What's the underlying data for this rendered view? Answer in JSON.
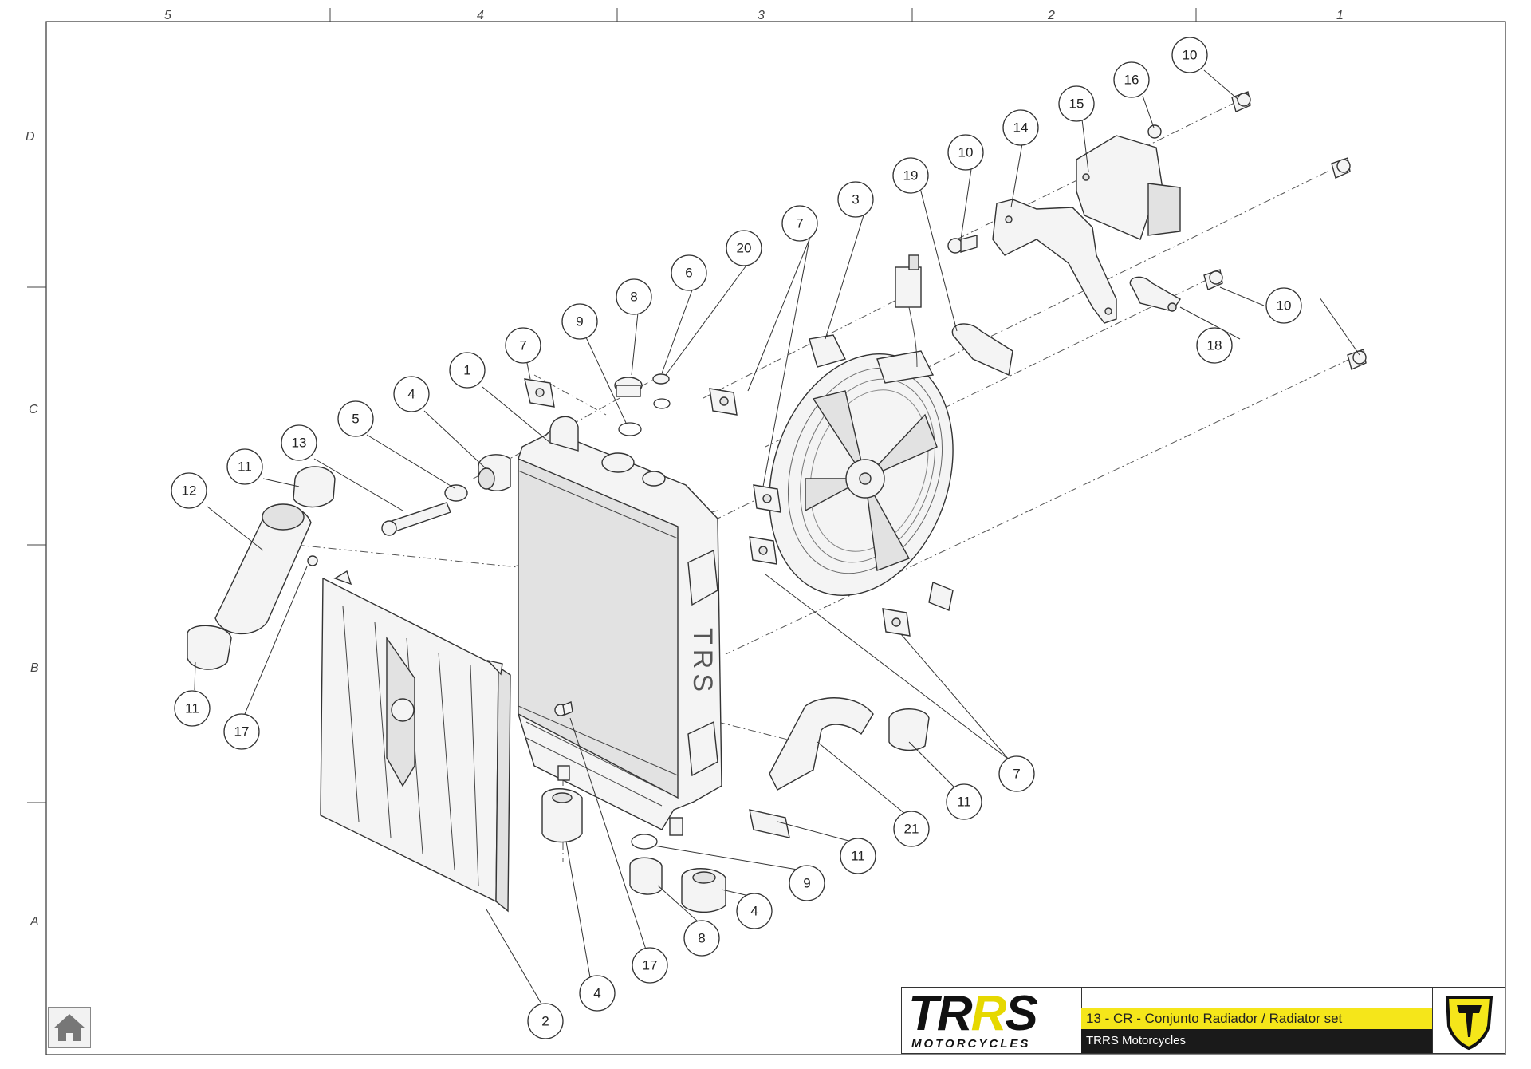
{
  "frame": {
    "column_labels": [
      "5",
      "4",
      "3",
      "2",
      "1"
    ],
    "row_labels": [
      "D",
      "C",
      "B",
      "A"
    ]
  },
  "callouts": {
    "c10_top": "10",
    "c16": "16",
    "c15": "15",
    "c14": "14",
    "c10_mid": "10",
    "c19": "19",
    "c3": "3",
    "c7_top": "7",
    "c20": "20",
    "c6": "6",
    "c8_top": "8",
    "c9_top": "9",
    "c7_left": "7",
    "c1": "1",
    "c4_top": "4",
    "c5": "5",
    "c13": "13",
    "c11_top": "11",
    "c12": "12",
    "c10_right": "10",
    "c18": "18",
    "c11_bottom_left": "11",
    "c17_left": "17",
    "c7_bottom": "7",
    "c11_right": "11",
    "c21": "21",
    "c11_bottom": "11",
    "c9_bottom": "9",
    "c4_bottom_right": "4",
    "c8_bottom": "8",
    "c17_bottom": "17",
    "c4_bottom": "4",
    "c2": "2"
  },
  "radiator": {
    "brand_text": "TRS"
  },
  "title_block": {
    "logo_a": "TR",
    "logo_b": "R",
    "logo_c": "S",
    "logo_sub": "MOTORCYCLES",
    "title": "13 - CR - Conjunto Radiador / Radiator set",
    "subtitle": "TRRS Motorcycles"
  },
  "icons": {
    "home": "home-icon",
    "emblem": "trrs-shield-icon"
  },
  "colors": {
    "accent_yellow": "#f5e61a",
    "dark": "#1a1a1a"
  }
}
